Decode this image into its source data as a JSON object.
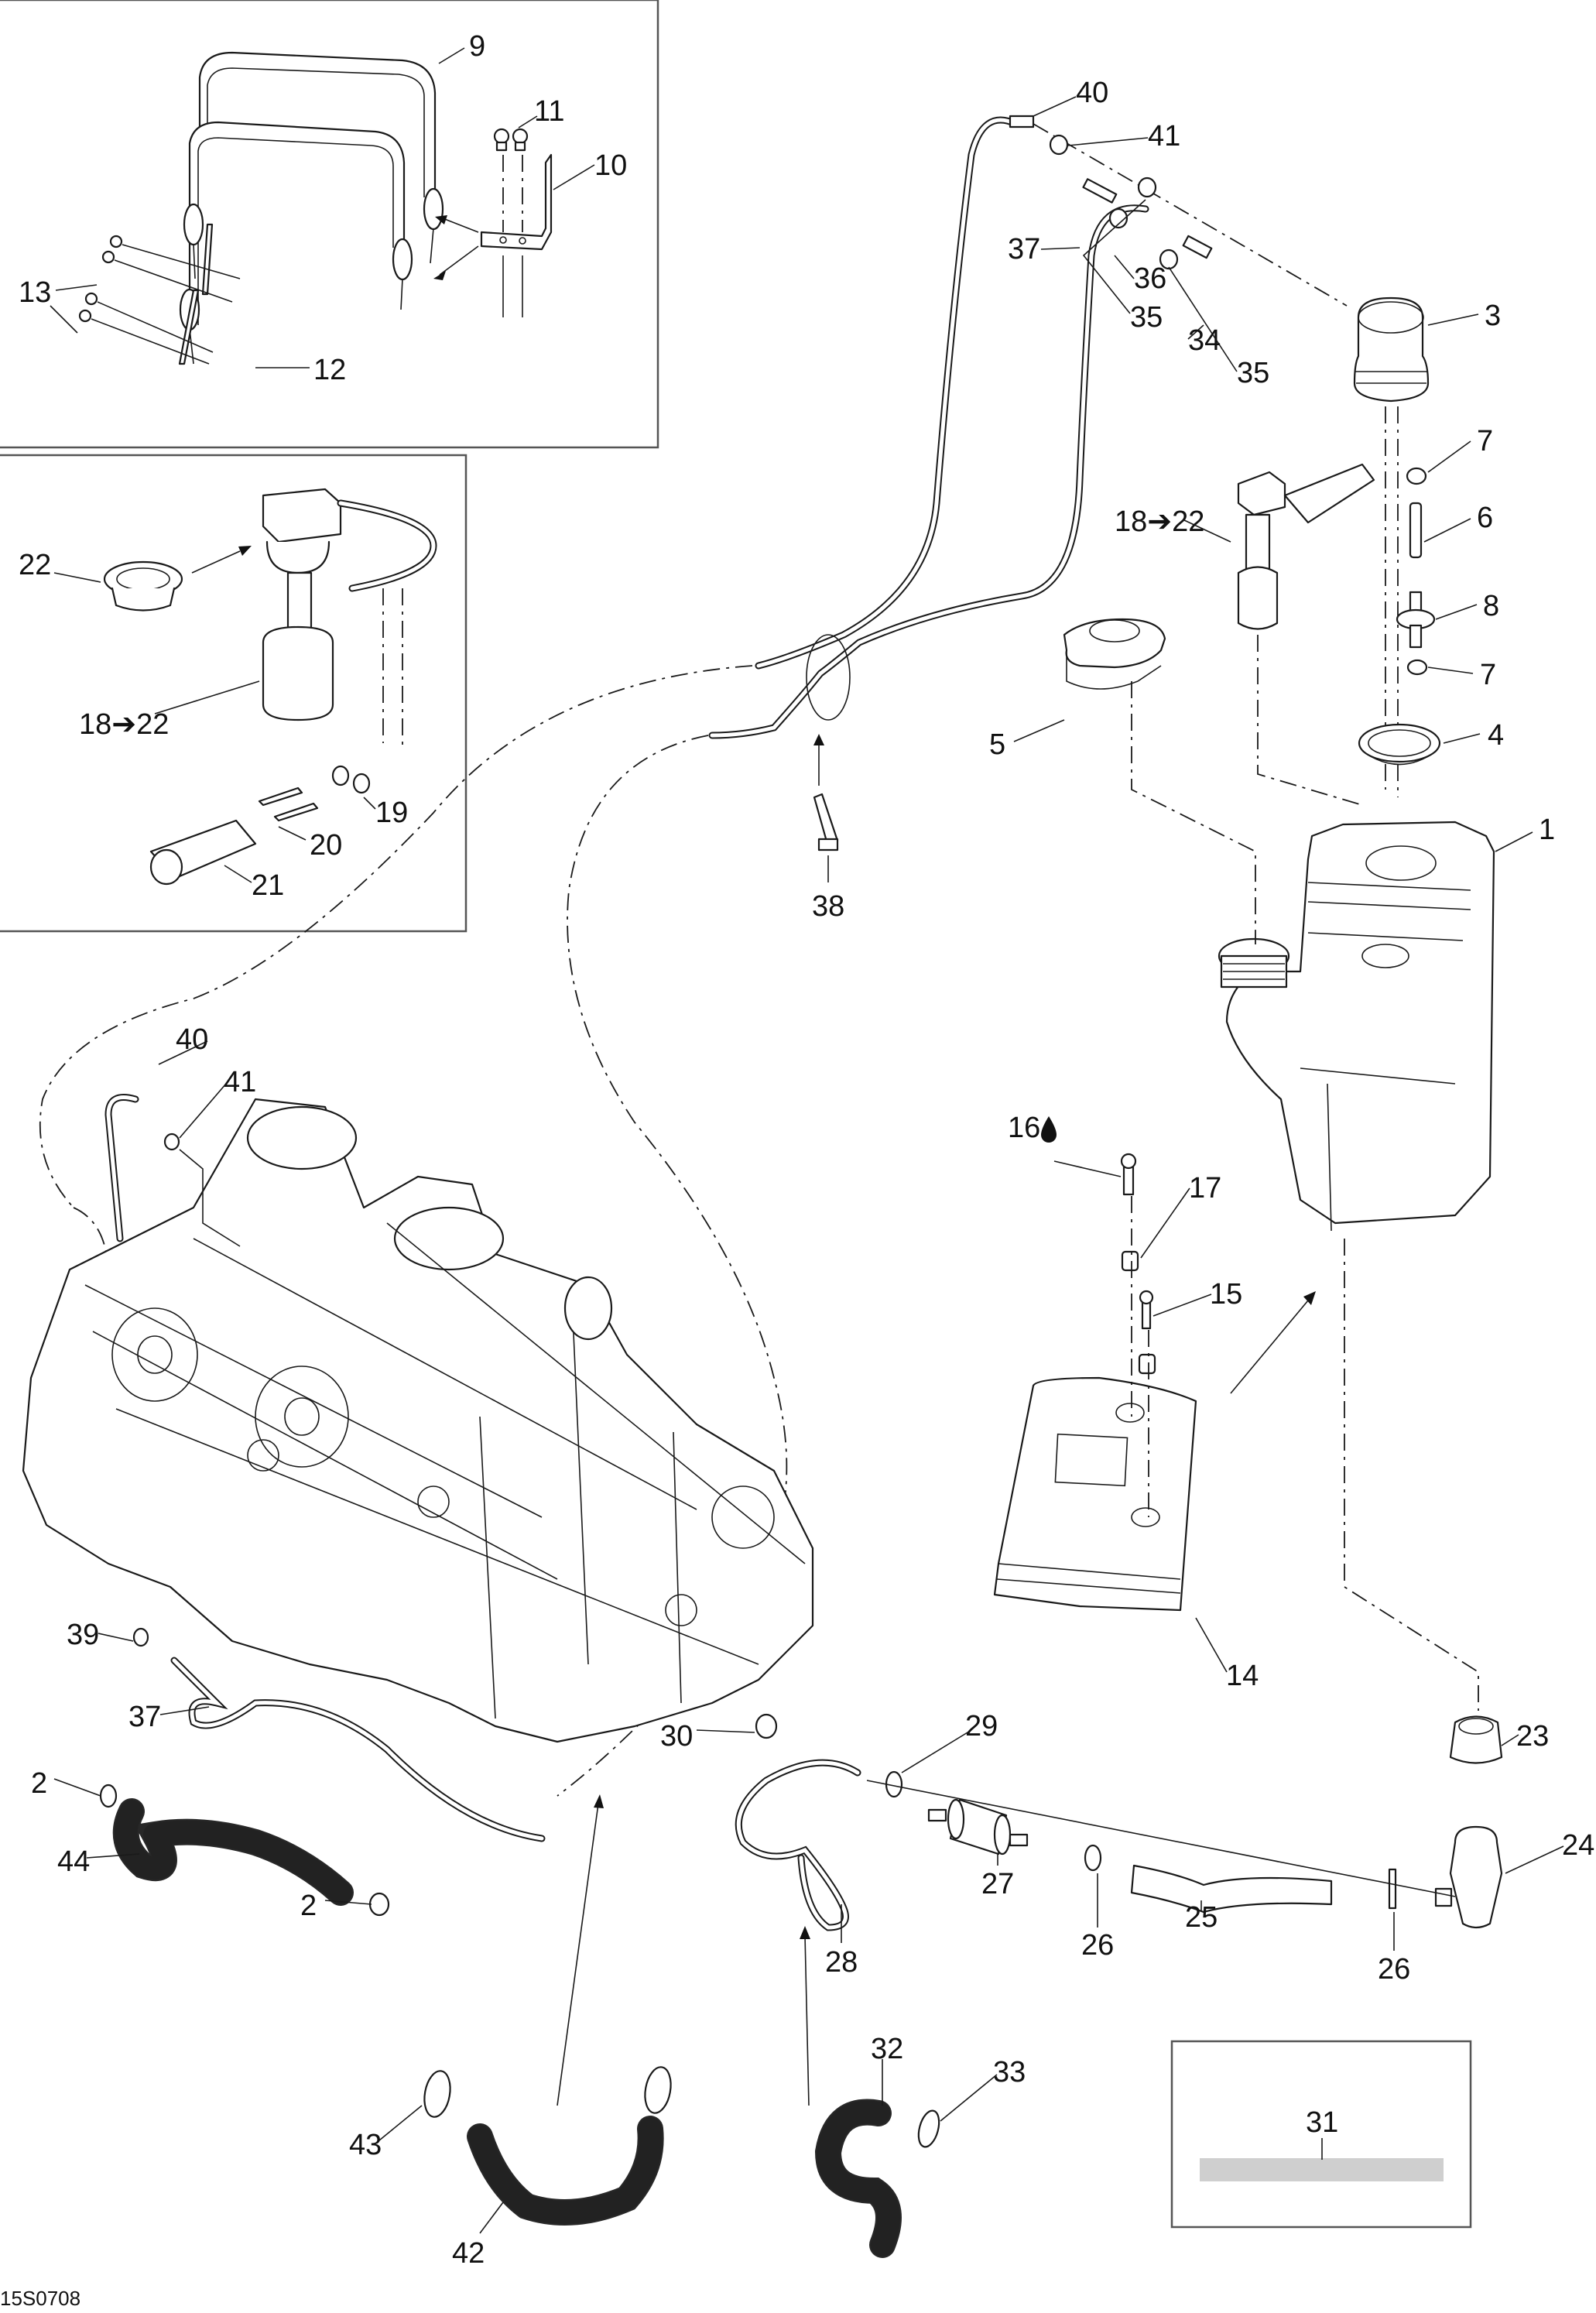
{
  "figure": {
    "id": "15S0708",
    "type": "exploded parts diagram"
  },
  "callouts": [
    {
      "ref": "1"
    },
    {
      "ref": "3"
    },
    {
      "ref": "4"
    },
    {
      "ref": "5"
    },
    {
      "ref": "6"
    },
    {
      "ref": "7"
    },
    {
      "ref": "7"
    },
    {
      "ref": "8"
    },
    {
      "ref": "9"
    },
    {
      "ref": "10"
    },
    {
      "ref": "11"
    },
    {
      "ref": "12"
    },
    {
      "ref": "13"
    },
    {
      "ref": "14"
    },
    {
      "ref": "15"
    },
    {
      "ref": "16",
      "icon": "oil-drop-icon"
    },
    {
      "ref": "17"
    },
    {
      "ref": "18➔22"
    },
    {
      "ref": "18➔22"
    },
    {
      "ref": "19"
    },
    {
      "ref": "20"
    },
    {
      "ref": "21"
    },
    {
      "ref": "22"
    },
    {
      "ref": "23"
    },
    {
      "ref": "24"
    },
    {
      "ref": "25"
    },
    {
      "ref": "26"
    },
    {
      "ref": "26"
    },
    {
      "ref": "27"
    },
    {
      "ref": "28"
    },
    {
      "ref": "29"
    },
    {
      "ref": "30"
    },
    {
      "ref": "31"
    },
    {
      "ref": "32"
    },
    {
      "ref": "33"
    },
    {
      "ref": "34"
    },
    {
      "ref": "35"
    },
    {
      "ref": "35"
    },
    {
      "ref": "36"
    },
    {
      "ref": "37"
    },
    {
      "ref": "37"
    },
    {
      "ref": "38"
    },
    {
      "ref": "39"
    },
    {
      "ref": "40"
    },
    {
      "ref": "40"
    },
    {
      "ref": "41"
    },
    {
      "ref": "41"
    },
    {
      "ref": "42"
    },
    {
      "ref": "43"
    },
    {
      "ref": "44"
    },
    {
      "ref": "2"
    },
    {
      "ref": "2"
    }
  ],
  "labels": {
    "c1": "1",
    "c3": "3",
    "c4": "4",
    "c5": "5",
    "c6": "6",
    "c7a": "7",
    "c7b": "7",
    "c8": "8",
    "c9": "9",
    "c10": "10",
    "c11": "11",
    "c12": "12",
    "c13": "13",
    "c14": "14",
    "c15": "15",
    "c16": "16",
    "c17": "17",
    "c18a": "18➔22",
    "c18b": "18➔22",
    "c19": "19",
    "c20": "20",
    "c21": "21",
    "c22": "22",
    "c23": "23",
    "c24": "24",
    "c25": "25",
    "c26a": "26",
    "c26b": "26",
    "c27": "27",
    "c28": "28",
    "c29": "29",
    "c30": "30",
    "c31": "31",
    "c32": "32",
    "c33": "33",
    "c34": "34",
    "c35a": "35",
    "c35b": "35",
    "c36": "36",
    "c37a": "37",
    "c37b": "37",
    "c38": "38",
    "c39": "39",
    "c40a": "40",
    "c40b": "40",
    "c41a": "41",
    "c41b": "41",
    "c42": "42",
    "c43": "43",
    "c44": "44",
    "c2a": "2",
    "c2b": "2"
  },
  "icons": {
    "oil_drop": "oil-drop-icon",
    "arrow_right": "➔"
  }
}
